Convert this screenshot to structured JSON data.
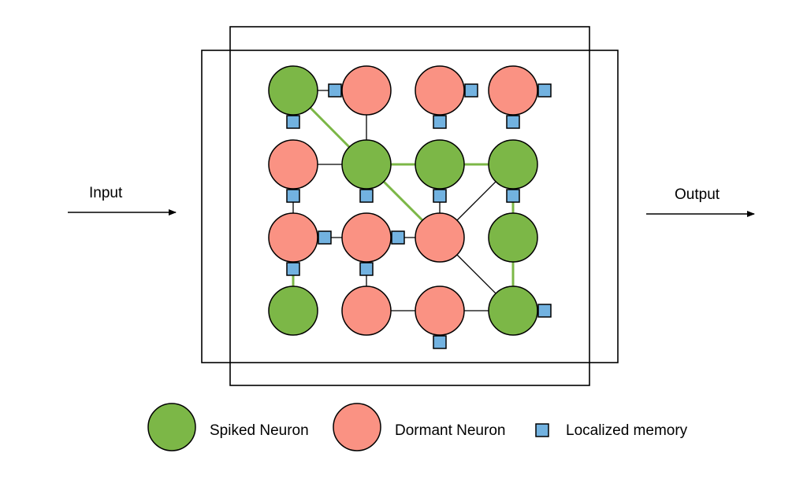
{
  "colors": {
    "spiked": "#7cb747",
    "dormant": "#fa9283",
    "memory": "#72b2e0",
    "active_edge": "#7cb747"
  },
  "labels": {
    "input": "Input",
    "output": "Output"
  },
  "legend": {
    "spiked": "Spiked Neuron",
    "dormant": "Dormant Neuron",
    "memory": "Localized memory"
  },
  "neurons": [
    {
      "id": "r0c0",
      "row": 0,
      "col": 0,
      "state": "spiked"
    },
    {
      "id": "r0c1",
      "row": 0,
      "col": 1,
      "state": "dormant"
    },
    {
      "id": "r0c2",
      "row": 0,
      "col": 2,
      "state": "dormant"
    },
    {
      "id": "r0c3",
      "row": 0,
      "col": 3,
      "state": "dormant"
    },
    {
      "id": "r1c0",
      "row": 1,
      "col": 0,
      "state": "dormant"
    },
    {
      "id": "r1c1",
      "row": 1,
      "col": 1,
      "state": "spiked"
    },
    {
      "id": "r1c2",
      "row": 1,
      "col": 2,
      "state": "spiked"
    },
    {
      "id": "r1c3",
      "row": 1,
      "col": 3,
      "state": "spiked"
    },
    {
      "id": "r2c0",
      "row": 2,
      "col": 0,
      "state": "dormant"
    },
    {
      "id": "r2c1",
      "row": 2,
      "col": 1,
      "state": "dormant"
    },
    {
      "id": "r2c2",
      "row": 2,
      "col": 2,
      "state": "dormant"
    },
    {
      "id": "r2c3",
      "row": 2,
      "col": 3,
      "state": "spiked"
    },
    {
      "id": "r3c0",
      "row": 3,
      "col": 0,
      "state": "spiked"
    },
    {
      "id": "r3c1",
      "row": 3,
      "col": 1,
      "state": "dormant"
    },
    {
      "id": "r3c2",
      "row": 3,
      "col": 2,
      "state": "dormant"
    },
    {
      "id": "r3c3",
      "row": 3,
      "col": 3,
      "state": "spiked"
    }
  ],
  "connections": [
    {
      "from": "r0c0",
      "to": "r0c1",
      "active": false
    },
    {
      "from": "r0c1",
      "to": "r1c1",
      "active": false
    },
    {
      "from": "r0c0",
      "to": "r1c1",
      "active": true
    },
    {
      "from": "r1c0",
      "to": "r1c1",
      "active": false
    },
    {
      "from": "r1c1",
      "to": "r1c2",
      "active": true
    },
    {
      "from": "r1c2",
      "to": "r1c3",
      "active": true
    },
    {
      "from": "r1c1",
      "to": "r2c2",
      "active": true
    },
    {
      "from": "r1c3",
      "to": "r2c3",
      "active": true
    },
    {
      "from": "r1c0",
      "to": "r2c0",
      "active": false
    },
    {
      "from": "r1c3",
      "to": "r2c2",
      "active": false
    },
    {
      "from": "r1c2",
      "to": "r2c2",
      "active": false
    },
    {
      "from": "r2c0",
      "to": "r2c1",
      "active": false
    },
    {
      "from": "r2c1",
      "to": "r2c2",
      "active": false
    },
    {
      "from": "r2c0",
      "to": "r3c0",
      "active": true
    },
    {
      "from": "r2c1",
      "to": "r3c1",
      "active": false
    },
    {
      "from": "r2c3",
      "to": "r3c3",
      "active": true
    },
    {
      "from": "r2c2",
      "to": "r3c3",
      "active": false
    },
    {
      "from": "r3c1",
      "to": "r3c2",
      "active": false
    },
    {
      "from": "r3c2",
      "to": "r3c3",
      "active": false
    }
  ],
  "memories": [
    {
      "neuron": "r0c0",
      "side": "bottom"
    },
    {
      "neuron": "r0c1",
      "side": "left"
    },
    {
      "neuron": "r0c2",
      "side": "right"
    },
    {
      "neuron": "r0c2",
      "side": "bottom"
    },
    {
      "neuron": "r0c3",
      "side": "right"
    },
    {
      "neuron": "r0c3",
      "side": "bottom"
    },
    {
      "neuron": "r1c0",
      "side": "bottom"
    },
    {
      "neuron": "r1c1",
      "side": "bottom"
    },
    {
      "neuron": "r1c2",
      "side": "bottom"
    },
    {
      "neuron": "r1c3",
      "side": "bottom"
    },
    {
      "neuron": "r2c0",
      "side": "right"
    },
    {
      "neuron": "r2c0",
      "side": "bottom"
    },
    {
      "neuron": "r2c1",
      "side": "right"
    },
    {
      "neuron": "r2c1",
      "side": "bottom"
    },
    {
      "neuron": "r3c2",
      "side": "bottom"
    },
    {
      "neuron": "r3c3",
      "side": "right"
    }
  ]
}
